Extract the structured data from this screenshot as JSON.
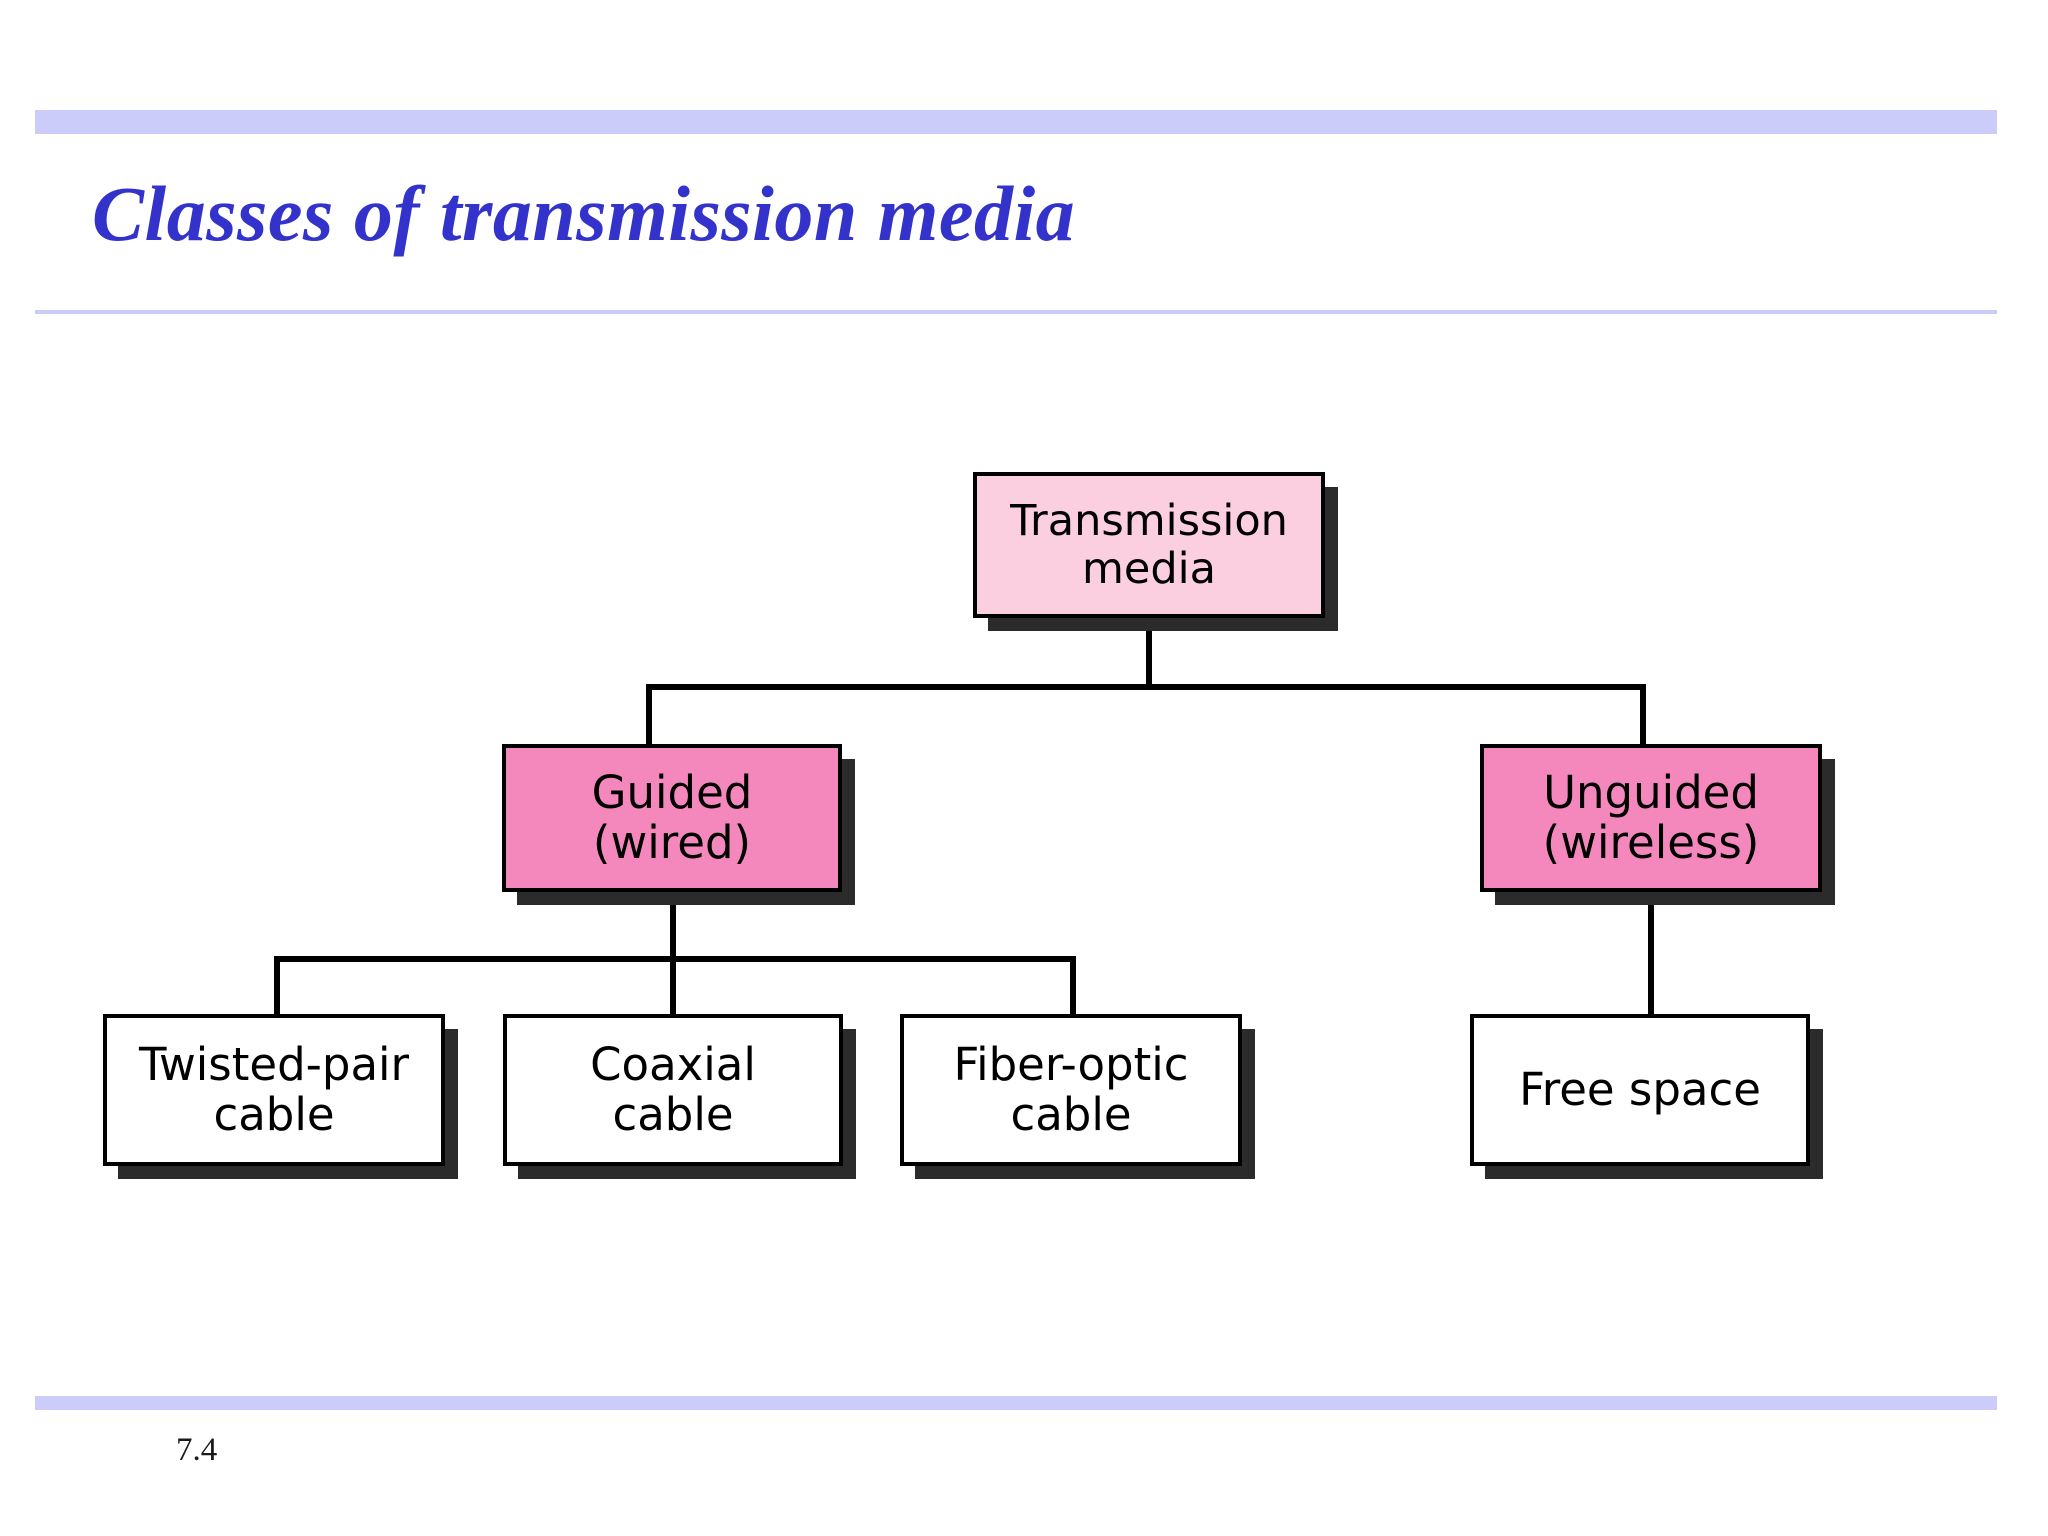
{
  "slide": {
    "title": "Classes of transmission media",
    "page_number": "7.4",
    "accent_color": "#ccccfa",
    "title_color": "#3333cc"
  },
  "diagram": {
    "type": "tree",
    "colors": {
      "root_fill": "#fbcee0",
      "branch_fill": "#f488bd",
      "leaf_fill": "#ffffff",
      "stroke": "#000000",
      "shadow": "#2b2b2b"
    },
    "nodes": {
      "root": {
        "label": "Transmission\nmedia",
        "line1": "Transmission",
        "line2": "media"
      },
      "guided": {
        "label": "Guided\n(wired)",
        "line1": "Guided",
        "line2": "(wired)"
      },
      "unguided": {
        "label": "Unguided\n(wireless)",
        "line1": "Unguided",
        "line2": "(wireless)"
      },
      "twisted_pair": {
        "label": "Twisted-pair\ncable",
        "line1": "Twisted-pair",
        "line2": "cable"
      },
      "coaxial": {
        "label": "Coaxial\ncable",
        "line1": "Coaxial",
        "line2": "cable"
      },
      "fiber_optic": {
        "label": "Fiber-optic\ncable",
        "line1": "Fiber-optic",
        "line2": "cable"
      },
      "free_space": {
        "label": "Free space",
        "line1": "Free space",
        "line2": ""
      }
    },
    "edges": [
      {
        "from": "root",
        "to": "guided"
      },
      {
        "from": "root",
        "to": "unguided"
      },
      {
        "from": "guided",
        "to": "twisted_pair"
      },
      {
        "from": "guided",
        "to": "coaxial"
      },
      {
        "from": "guided",
        "to": "fiber_optic"
      },
      {
        "from": "unguided",
        "to": "free_space"
      }
    ]
  }
}
